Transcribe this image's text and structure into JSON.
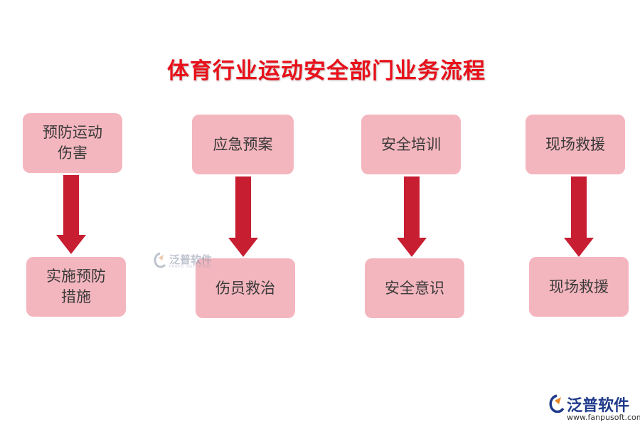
{
  "title": "体育行业运动安全部门业务流程",
  "columns": [
    {
      "top": [
        "预防运动",
        "伤害"
      ],
      "bottom": [
        "实施预防",
        "措施"
      ]
    },
    {
      "top": [
        "应急预案"
      ],
      "bottom": [
        "伤员救治"
      ]
    },
    {
      "top": [
        "安全培训"
      ],
      "bottom": [
        "安全意识"
      ]
    },
    {
      "top": [
        "现场救援"
      ],
      "bottom": [
        "现场救援"
      ]
    }
  ],
  "watermark": {
    "text": "泛普软件",
    "subtext": "FANPU SOFTWARE"
  },
  "logo": {
    "name": "泛普软件",
    "url": "www.fanpusoft.com"
  },
  "colors": {
    "title": "#e8101a",
    "box": "#f4b6be",
    "arrow": "#c81e32"
  }
}
